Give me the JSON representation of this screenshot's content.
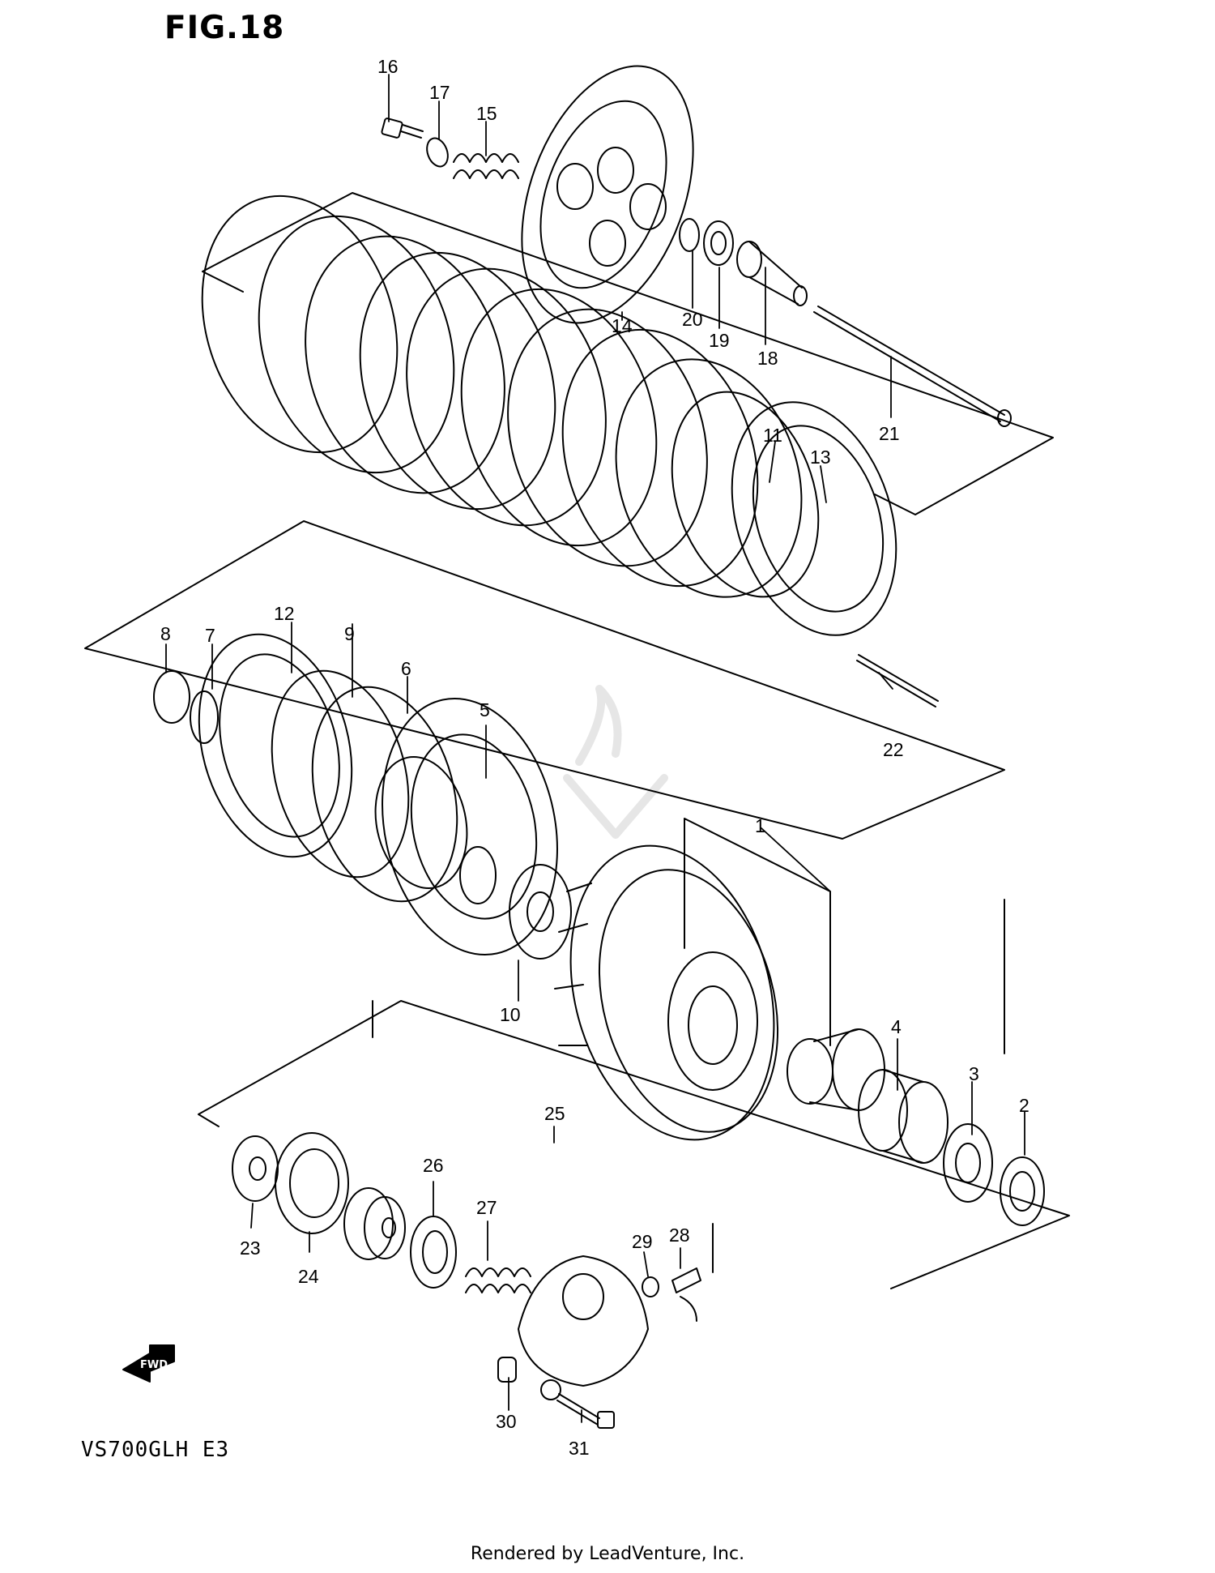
{
  "figure": {
    "title": "FIG.18"
  },
  "model_code": "VS700GLH E3",
  "fwd_label": "FWD",
  "footer": "Rendered by LeadVenture, Inc.",
  "part_numbers": {
    "p1": "1",
    "p2": "2",
    "p3": "3",
    "p4": "4",
    "p5": "5",
    "p6": "6",
    "p7": "7",
    "p8": "8",
    "p9": "9",
    "p10": "10",
    "p11": "11",
    "p12": "12",
    "p13": "13",
    "p14": "14",
    "p15": "15",
    "p16": "16",
    "p17": "17",
    "p18": "18",
    "p19": "19",
    "p20": "20",
    "p21": "21",
    "p22": "22",
    "p23": "23",
    "p24": "24",
    "p25": "25",
    "p26": "26",
    "p27": "27",
    "p28": "28",
    "p29": "29",
    "p30": "30",
    "p31": "31"
  },
  "colors": {
    "line": "#000000",
    "background": "#ffffff",
    "watermark": "#e6e6e6"
  }
}
